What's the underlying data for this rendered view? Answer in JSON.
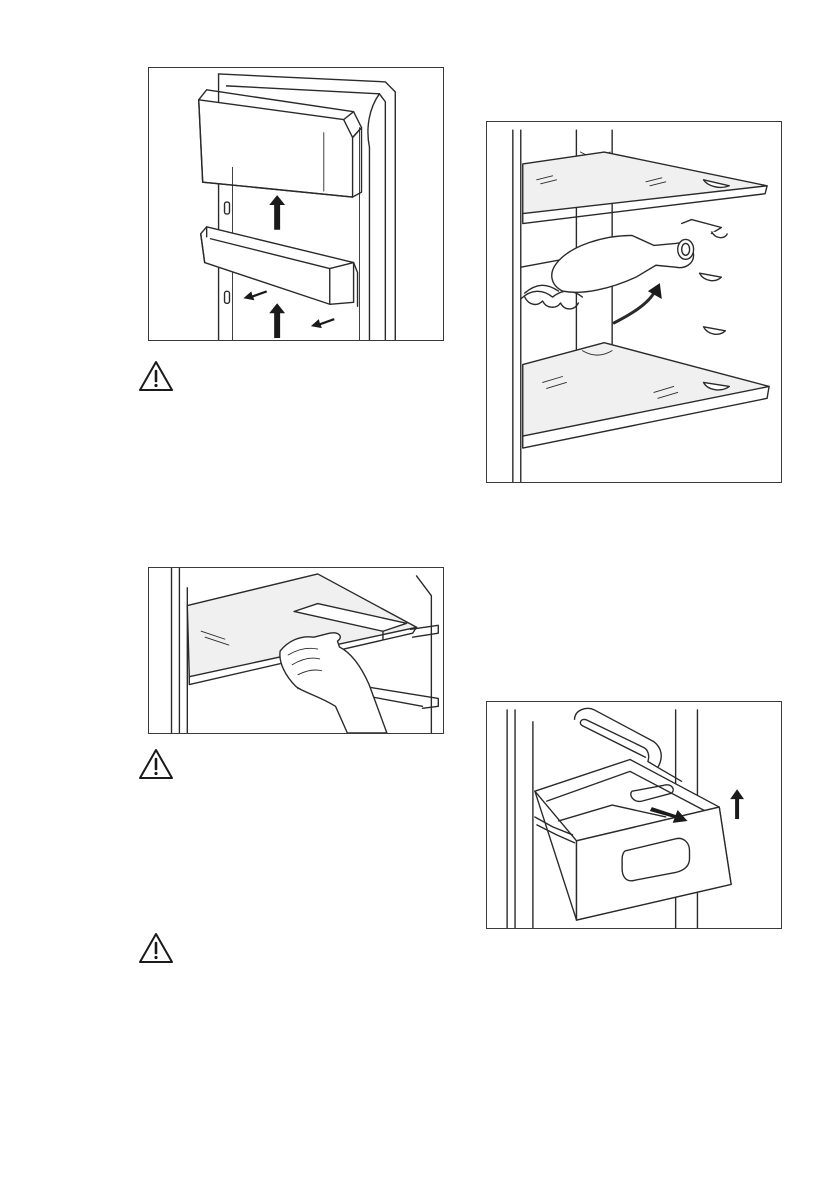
{
  "page": {
    "figures": [
      {
        "id": "door-balcony",
        "icon": "door-balcony-illustration"
      },
      {
        "id": "glass-shelf",
        "icon": "glass-shelf-removal-illustration"
      },
      {
        "id": "bottle-rack",
        "icon": "bottle-rack-illustration"
      },
      {
        "id": "vegetable-drawer",
        "icon": "vegetable-drawer-illustration"
      }
    ],
    "warnings": [
      {
        "icon": "warning-triangle-icon"
      },
      {
        "icon": "warning-triangle-icon"
      },
      {
        "icon": "warning-triangle-icon"
      }
    ]
  }
}
